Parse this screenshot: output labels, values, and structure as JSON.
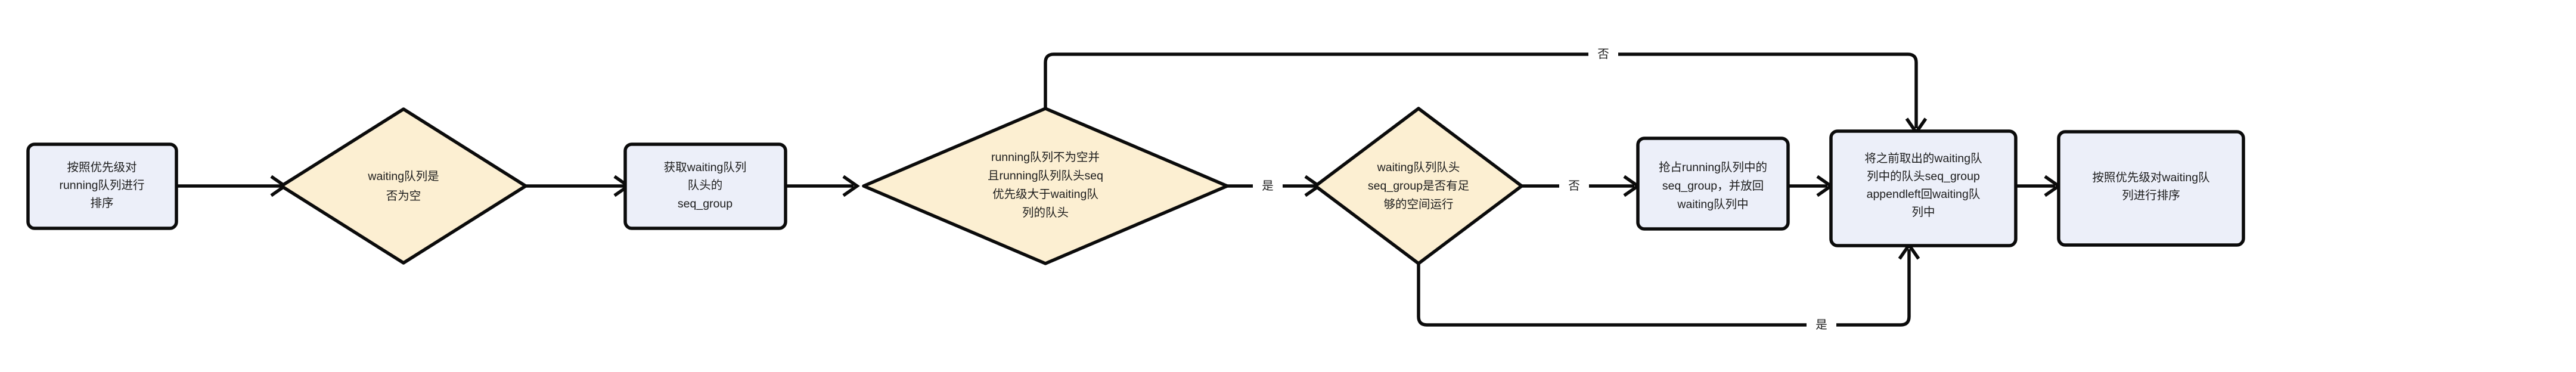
{
  "diagram": {
    "type": "flowchart",
    "orientation": "left-to-right",
    "background_color": "#ffffff",
    "process_fill": "#eceff9",
    "decision_fill": "#fcefd2",
    "stroke_color": "#0b0b0b",
    "text_color": "#1c1c1c"
  },
  "nodes": {
    "n1": {
      "shape": "process",
      "lines": [
        "按照优先级对",
        "running队列进行",
        "排序"
      ],
      "full_text": "按照优先级对running队列进行排序"
    },
    "n2": {
      "shape": "decision",
      "lines": [
        "waiting队列是",
        "否为空"
      ],
      "full_text": "waiting队列是否为空"
    },
    "n3": {
      "shape": "process",
      "lines": [
        "获取waiting队列",
        "队头的",
        "seq_group"
      ],
      "full_text": "获取waiting队列队头的seq_group"
    },
    "n4": {
      "shape": "decision",
      "lines": [
        "running队列不为空并",
        "且running队列队头seq",
        "优先级大于waiting队",
        "列的队头"
      ],
      "full_text": "running队列不为空并且running队列队头seq优先级大于waiting队列的队头"
    },
    "n5": {
      "shape": "decision",
      "lines": [
        "waiting队列队头",
        "seq_group是否有足",
        "够的空间运行"
      ],
      "full_text": "waiting队列队头seq_group是否有足够的空间运行"
    },
    "n6": {
      "shape": "process",
      "lines": [
        "抢占running队列中的",
        "seq_group，并放回",
        "waiting队列中"
      ],
      "full_text": "抢占running队列中的seq_group，并放回waiting队列中"
    },
    "n7": {
      "shape": "process",
      "lines": [
        "将之前取出的waiting队",
        "列中的队头seq_group",
        "appendleft回waiting队",
        "列中"
      ],
      "full_text": "将之前取出的waiting队列中的队头seq_group appendleft回waiting队列中"
    },
    "n8": {
      "shape": "process",
      "lines": [
        "按照优先级对waiting队",
        "列进行排序"
      ],
      "full_text": "按照优先级对waiting队列进行排序"
    }
  },
  "edges": [
    {
      "id": "e1",
      "from": "n1",
      "to": "n2",
      "label": ""
    },
    {
      "id": "e2",
      "from": "n2",
      "to": "n3",
      "label": ""
    },
    {
      "id": "e3",
      "from": "n3",
      "to": "n4",
      "label": ""
    },
    {
      "id": "e4",
      "from": "n4",
      "to": "n5",
      "label": "是"
    },
    {
      "id": "e5",
      "from": "n4",
      "to": "n7",
      "label": "否",
      "route": "top"
    },
    {
      "id": "e6",
      "from": "n5",
      "to": "n6",
      "label": "否"
    },
    {
      "id": "e7",
      "from": "n5",
      "to": "n7",
      "label": "是",
      "route": "bottom"
    },
    {
      "id": "e8",
      "from": "n6",
      "to": "n7",
      "label": ""
    },
    {
      "id": "e9",
      "from": "n7",
      "to": "n8",
      "label": ""
    }
  ],
  "edge_labels": {
    "yes": "是",
    "no": "否"
  }
}
